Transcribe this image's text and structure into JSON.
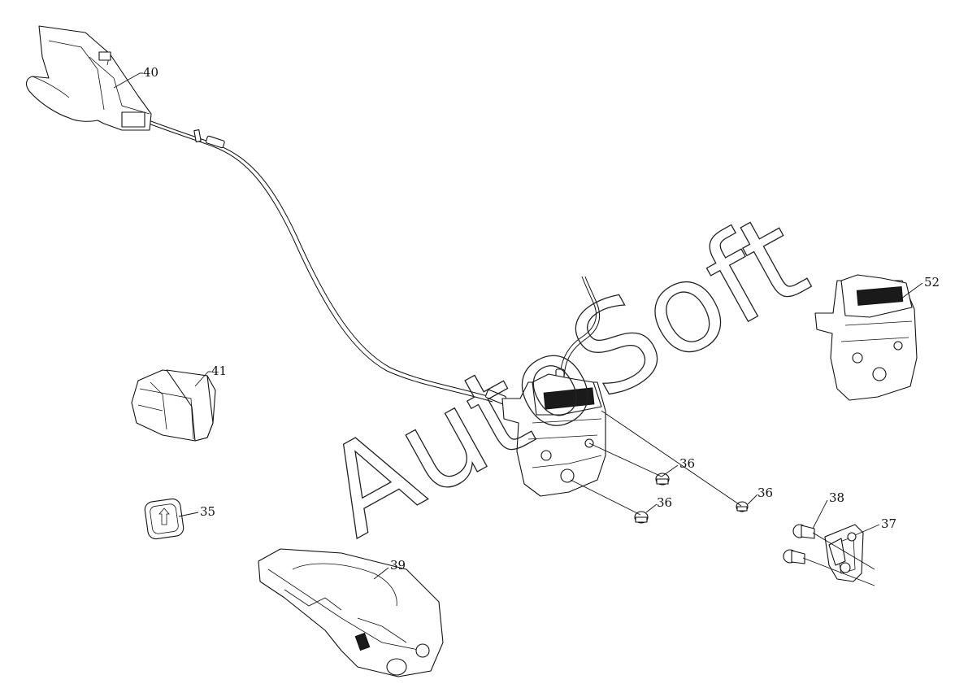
{
  "watermark": "AutoSoft",
  "callouts": [
    {
      "id": "c40",
      "label": "40"
    },
    {
      "id": "c41",
      "label": "41"
    },
    {
      "id": "c35",
      "label": "35"
    },
    {
      "id": "c39",
      "label": "39"
    },
    {
      "id": "c36a",
      "label": "36"
    },
    {
      "id": "c36b",
      "label": "36"
    },
    {
      "id": "c36c",
      "label": "36"
    },
    {
      "id": "c38",
      "label": "38"
    },
    {
      "id": "c37",
      "label": "37"
    },
    {
      "id": "c52",
      "label": "52"
    }
  ]
}
